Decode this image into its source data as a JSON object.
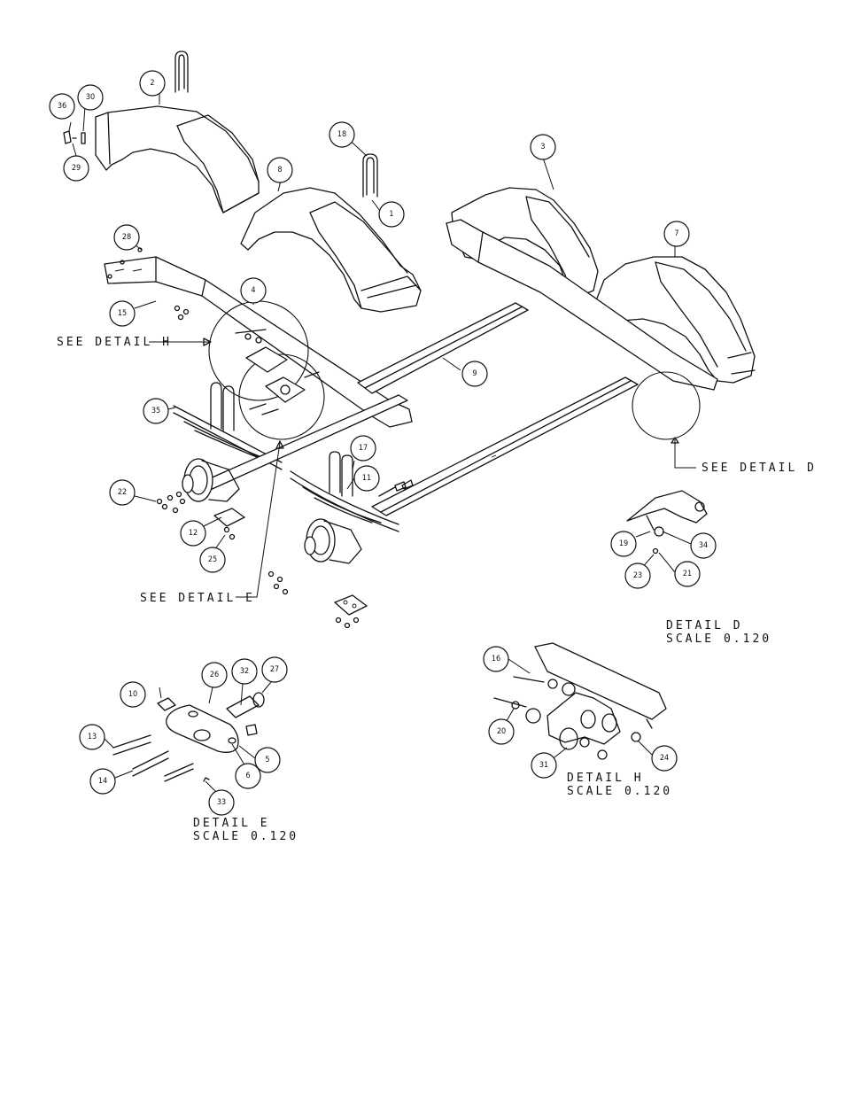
{
  "callouts": [
    {
      "id": "c1",
      "label": "1"
    },
    {
      "id": "c2",
      "label": "2"
    },
    {
      "id": "c3",
      "label": "3"
    },
    {
      "id": "c4",
      "label": "4"
    },
    {
      "id": "c5",
      "label": "5"
    },
    {
      "id": "c6",
      "label": "6"
    },
    {
      "id": "c7",
      "label": "7"
    },
    {
      "id": "c8",
      "label": "8"
    },
    {
      "id": "c9",
      "label": "9"
    },
    {
      "id": "c10",
      "label": "10"
    },
    {
      "id": "c11",
      "label": "11"
    },
    {
      "id": "c12",
      "label": "12"
    },
    {
      "id": "c13",
      "label": "13"
    },
    {
      "id": "c14",
      "label": "14"
    },
    {
      "id": "c15",
      "label": "15"
    },
    {
      "id": "c16",
      "label": "16"
    },
    {
      "id": "c17",
      "label": "17"
    },
    {
      "id": "c18",
      "label": "18"
    },
    {
      "id": "c19",
      "label": "19"
    },
    {
      "id": "c20",
      "label": "20"
    },
    {
      "id": "c21",
      "label": "21"
    },
    {
      "id": "c22",
      "label": "22"
    },
    {
      "id": "c23",
      "label": "23"
    },
    {
      "id": "c24",
      "label": "24"
    },
    {
      "id": "c25",
      "label": "25"
    },
    {
      "id": "c26",
      "label": "26"
    },
    {
      "id": "c27",
      "label": "27"
    },
    {
      "id": "c28",
      "label": "28"
    },
    {
      "id": "c29",
      "label": "29"
    },
    {
      "id": "c30",
      "label": "30"
    },
    {
      "id": "c31",
      "label": "31"
    },
    {
      "id": "c32",
      "label": "32"
    },
    {
      "id": "c33",
      "label": "33"
    },
    {
      "id": "c34",
      "label": "34"
    },
    {
      "id": "c35",
      "label": "35"
    },
    {
      "id": "c36",
      "label": "36"
    }
  ],
  "labels": {
    "see_detail_h": "SEE DETAIL  H",
    "see_detail_d": "SEE DETAIL  D",
    "see_detail_e": "SEE DETAIL  E",
    "detail_d_title": "DETAIL  D",
    "detail_d_scale": "SCALE  0.120",
    "detail_e_title": "DETAIL  E",
    "detail_e_scale": "SCALE  0.120",
    "detail_h_title": "DETAIL  H",
    "detail_h_scale": "SCALE  0.120"
  }
}
